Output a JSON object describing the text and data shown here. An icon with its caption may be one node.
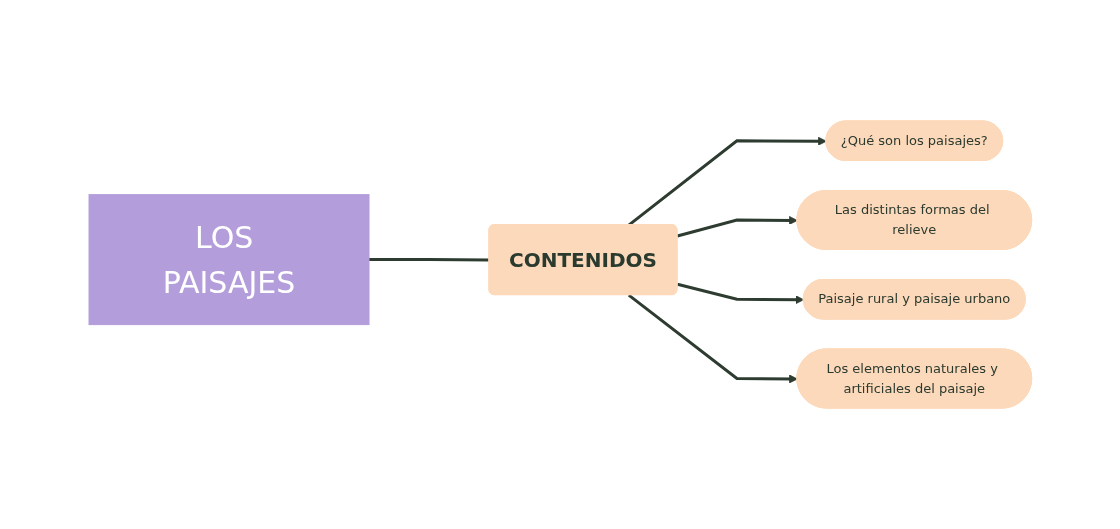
{
  "diagram": {
    "nodes": [
      {
        "text": [
          "LOS PAISAJES"
        ]
      },
      {
        "text": [
          "CONTENIDOS"
        ]
      },
      {
        "text": [
          "¿Qué son los paisajes?"
        ]
      },
      {
        "text": [
          "Las distintas formas del relieve"
        ]
      },
      {
        "text": [
          "Paisaje rural y paisaje urbano"
        ]
      },
      {
        "text": [
          "Los elementos naturales y artificiales del paisaje"
        ]
      }
    ],
    "edges": [
      {
        "from": 0,
        "to": 1,
        "arrow": "none"
      },
      {
        "from": 1,
        "to": 2,
        "arrow": "to"
      },
      {
        "from": 1,
        "to": 3,
        "arrow": "to"
      },
      {
        "from": 1,
        "to": 4,
        "arrow": "to"
      },
      {
        "from": 1,
        "to": 5,
        "arrow": "to"
      }
    ]
  }
}
